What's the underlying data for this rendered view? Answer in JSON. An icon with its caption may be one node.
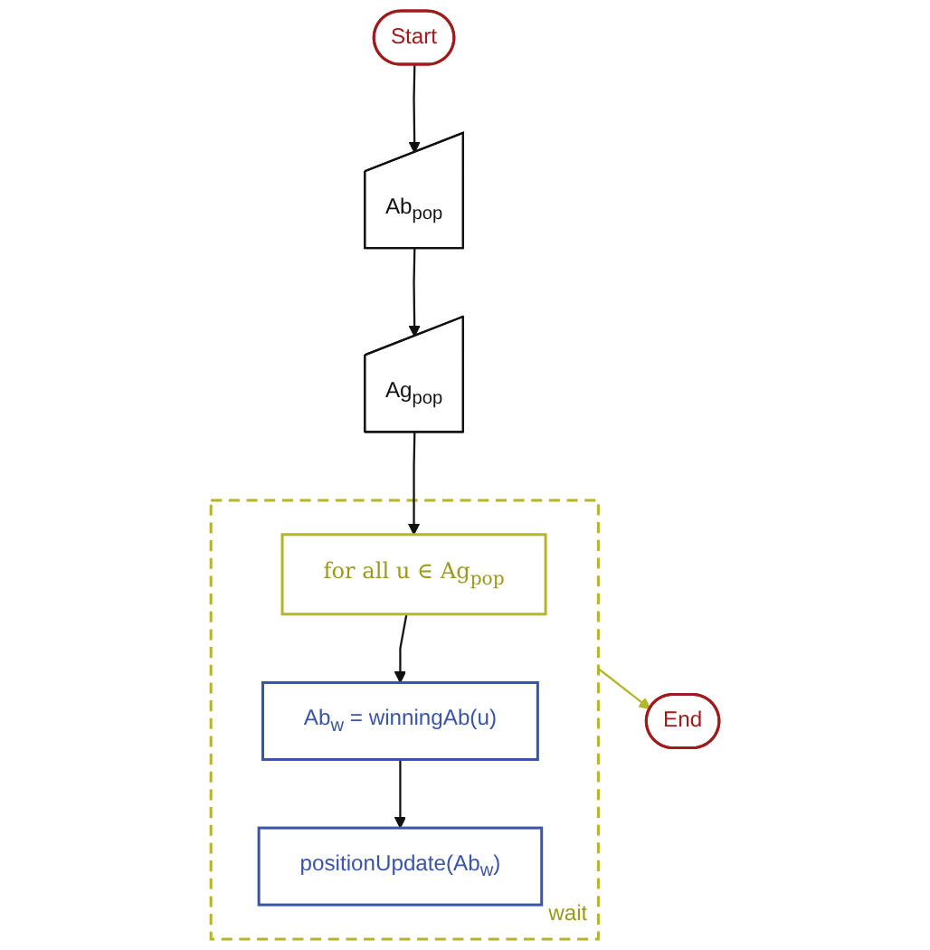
{
  "diagram": {
    "nodes": [
      {
        "text": [
          "Start"
        ]
      },
      {
        "text": [
          "Ab$_{pop}$"
        ]
      },
      {
        "text": [
          "Ag$_{pop}$"
        ]
      },
      {
        "text": [
          "wait"
        ]
      },
      {
        "text": [
          "for all u ∈ Ag$_{pop}$"
        ],
        "in": 3
      },
      {
        "text": [
          "Ab$_{w}$ = winningAb(u)"
        ],
        "in": 3
      },
      {
        "text": [
          "positionUpdate(Ab$_{w}$)"
        ],
        "in": 3
      },
      {
        "text": [
          "End"
        ]
      }
    ],
    "edges": [
      {
        "from": 0,
        "to": 1,
        "arrow": "to"
      },
      {
        "from": 1,
        "to": 2,
        "arrow": "to"
      },
      {
        "from": 2,
        "to": 4,
        "arrow": "to"
      },
      {
        "from": 4,
        "to": 5,
        "arrow": "to"
      },
      {
        "from": 5,
        "to": 6,
        "arrow": "to"
      },
      {
        "from": 3,
        "to": 7,
        "arrow": "to",
        "color": "#b5b52a"
      }
    ]
  }
}
